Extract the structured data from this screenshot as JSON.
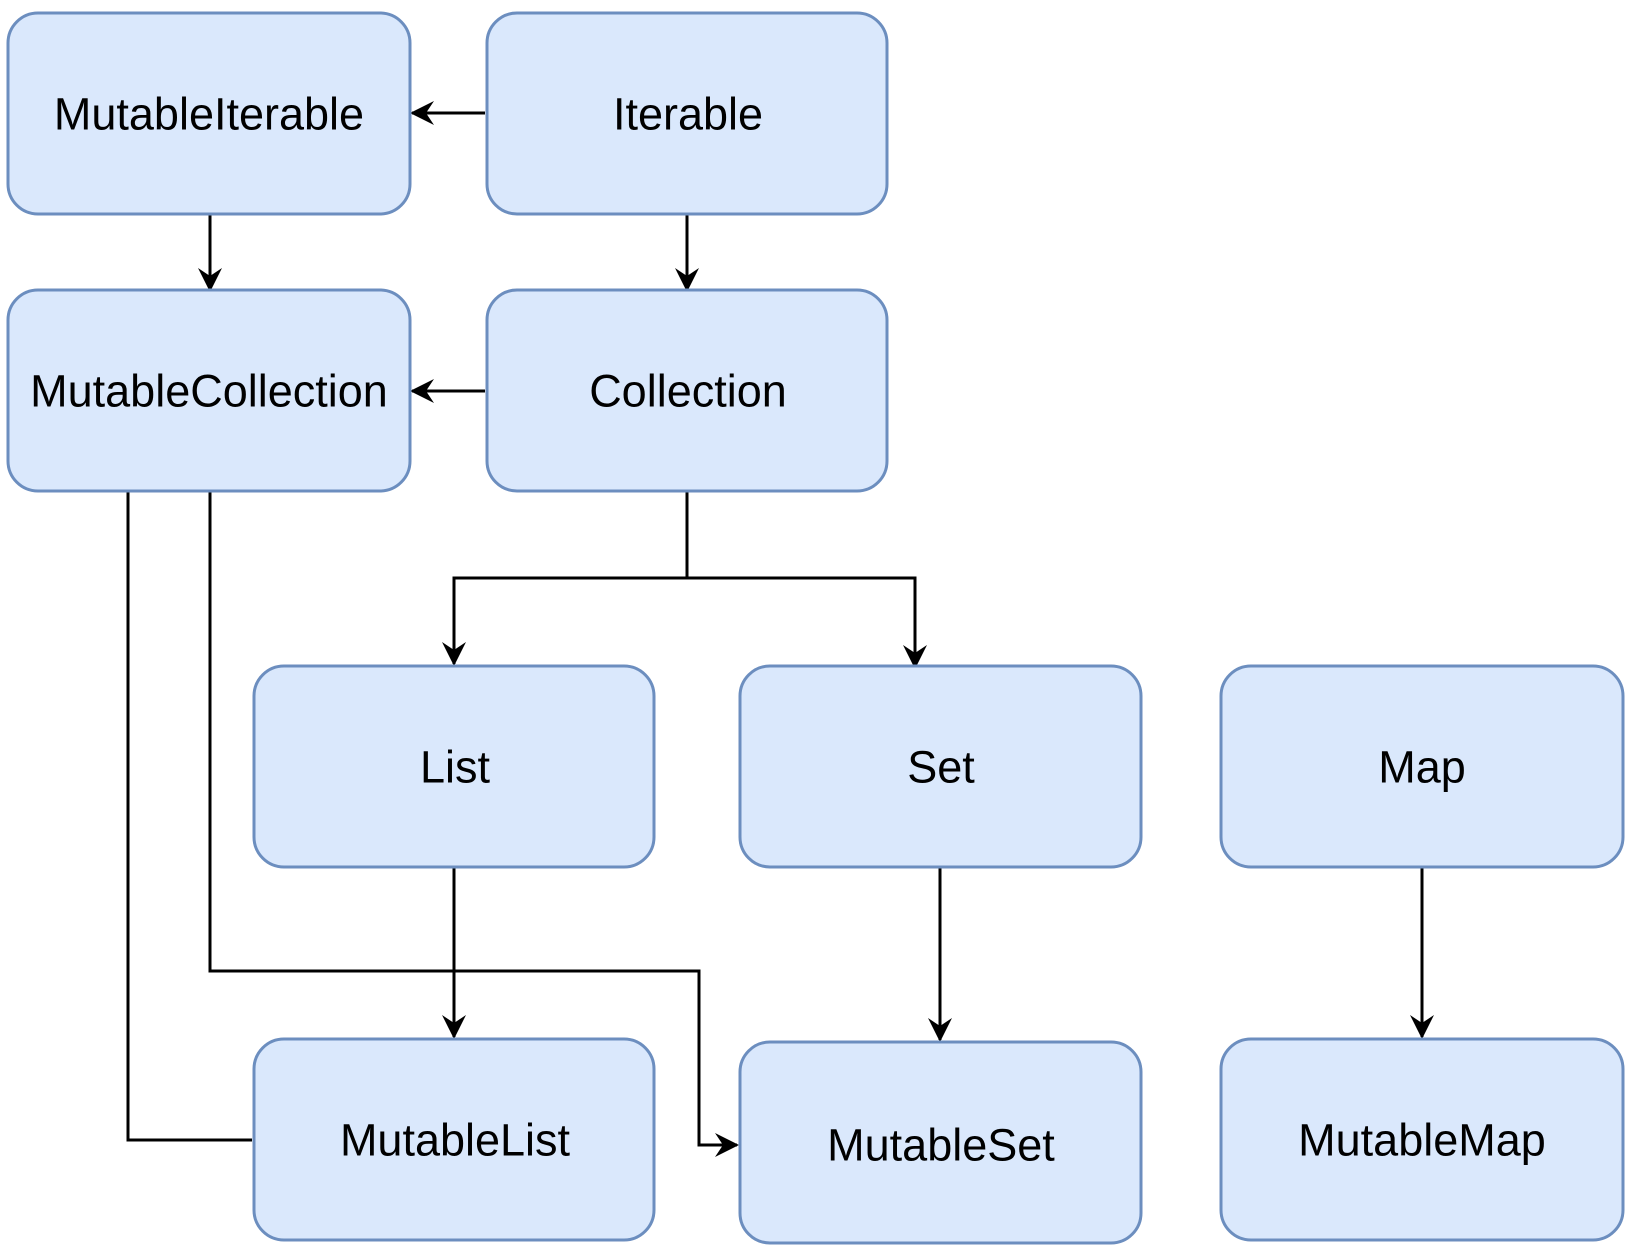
{
  "nodes": {
    "mutable_iterable": "MutableIterable",
    "iterable": "Iterable",
    "mutable_collection": "MutableCollection",
    "collection": "Collection",
    "list": "List",
    "set": "Set",
    "map": "Map",
    "mutable_list": "MutableList",
    "mutable_set": "MutableSet",
    "mutable_map": "MutableMap"
  },
  "colors": {
    "node_fill": "#dae8fc",
    "node_stroke": "#6c8ebf",
    "edge": "#000000",
    "text": "#000000"
  }
}
